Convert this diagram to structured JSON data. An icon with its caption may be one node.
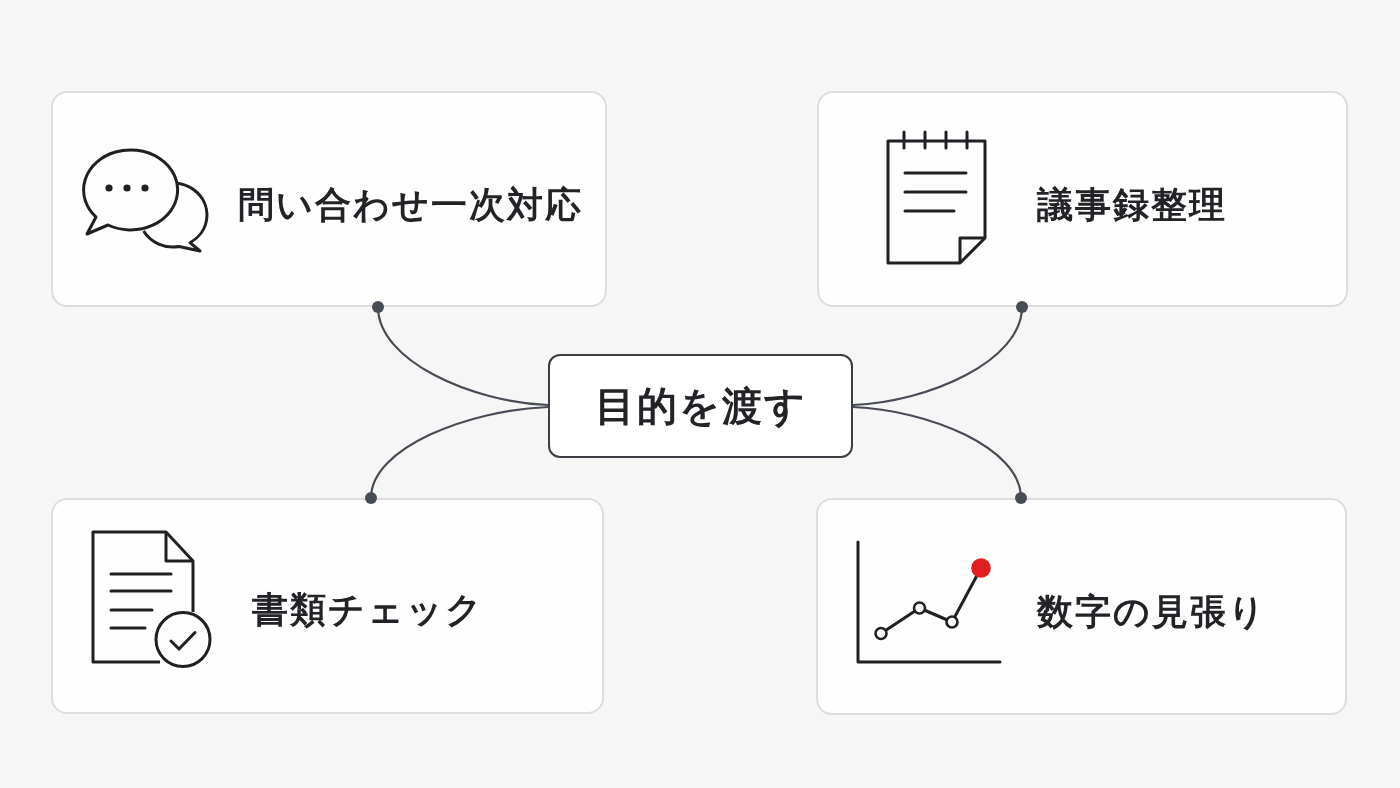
{
  "diagram": {
    "nodes": [
      {
        "text": [
          "問い合わせ一次対応"
        ]
      },
      {
        "text": [
          "議事録整理"
        ]
      },
      {
        "text": [
          "目的を渡す"
        ]
      },
      {
        "text": [
          "書類チェック"
        ]
      },
      {
        "text": [
          "数字の見張り"
        ]
      }
    ],
    "edges": [
      {
        "from": 2,
        "to": 0,
        "arrow": "other"
      },
      {
        "from": 2,
        "to": 1,
        "arrow": "other"
      },
      {
        "from": 2,
        "to": 3,
        "arrow": "other"
      },
      {
        "from": 2,
        "to": 4,
        "arrow": "other"
      }
    ]
  }
}
